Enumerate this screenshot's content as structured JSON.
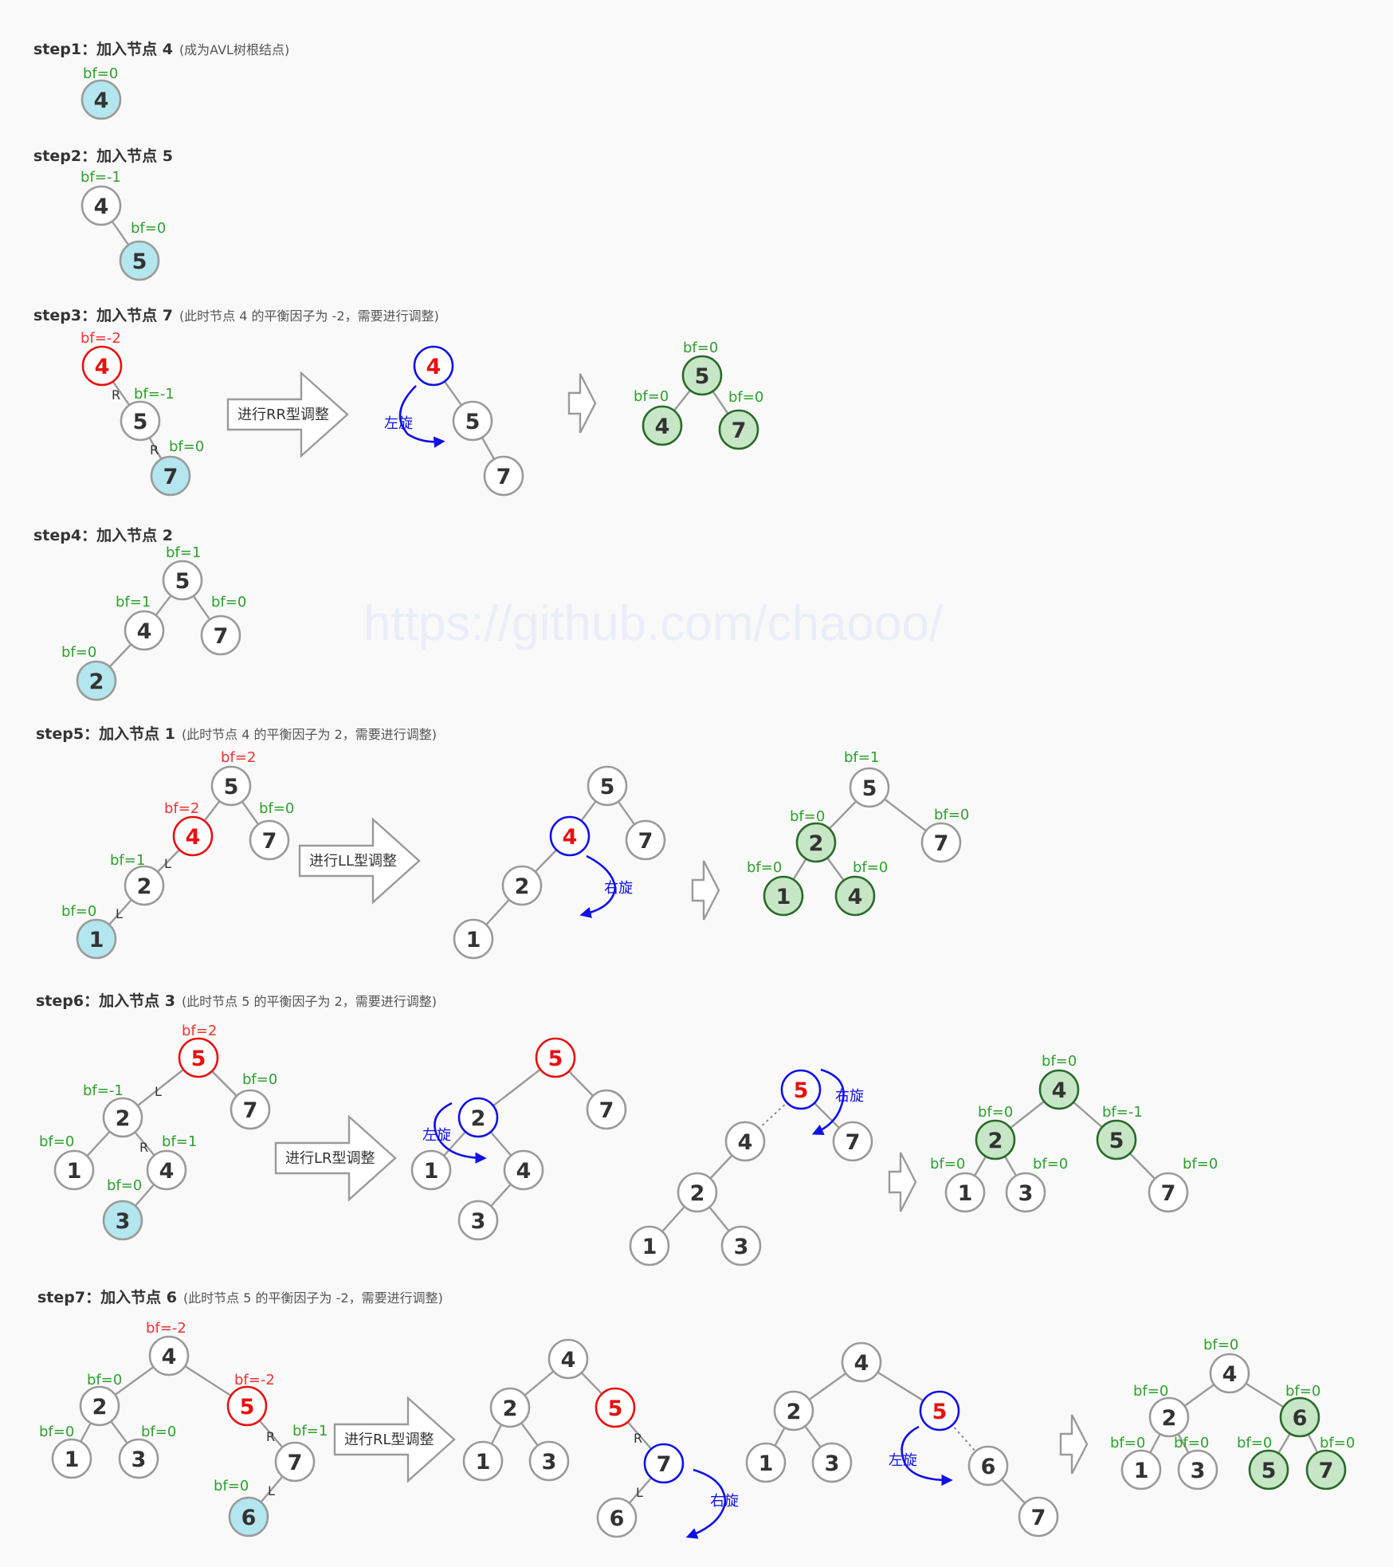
{
  "watermark": "https://github.com/chaooo/",
  "colors": {
    "node_fill": "#ffffff",
    "node_stroke": "#9a9a9a",
    "node_text": "#333333",
    "new_fill": "#b3e6ee",
    "new_stroke": "#9a9a9a",
    "unbalanced_stroke": "#e81010",
    "unbalanced_text": "#e81010",
    "pivot_stroke": "#1010e8",
    "result_fill": "#c6e6c6",
    "result_stroke": "#2a6a2a",
    "bf_text": "#2ea02e",
    "bf_bad_text": "#ee3333",
    "rotation": "#1010e8"
  },
  "steps": [
    {
      "id": "step1",
      "title": "step1：加入节点 4",
      "note": "(成为AVL树根结点)"
    },
    {
      "id": "step2",
      "title": "step2：加入节点 5",
      "note": ""
    },
    {
      "id": "step3",
      "title": "step3：加入节点 7",
      "note": "(此时节点 4 的平衡因子为 -2，需要进行调整)"
    },
    {
      "id": "step4",
      "title": "step4：加入节点 2",
      "note": ""
    },
    {
      "id": "step5",
      "title": "step5：加入节点 1",
      "note": "(此时节点 4 的平衡因子为 2，需要进行调整)"
    },
    {
      "id": "step6",
      "title": "step6：加入节点 3",
      "note": "(此时节点 5 的平衡因子为 2，需要进行调整)"
    },
    {
      "id": "step7",
      "title": "step7：加入节点 6",
      "note": "(此时节点 5 的平衡因子为 -2，需要进行调整)"
    }
  ],
  "adjust_labels": {
    "rr": "进行RR型调整",
    "ll": "进行LL型调整",
    "lr": "进行LR型调整",
    "rl": "进行RL型调整"
  },
  "rotation_labels": {
    "left": "左旋",
    "right": "右旋"
  },
  "direction_labels": {
    "left": "L",
    "right": "R"
  },
  "bf_values": {
    "zero": "bf=0",
    "neg_one": "bf=-1",
    "pos_one": "bf=1",
    "neg_two": "bf=-2",
    "pos_two": "bf=2"
  },
  "node_values": [
    "1",
    "2",
    "3",
    "4",
    "5",
    "6",
    "7"
  ]
}
